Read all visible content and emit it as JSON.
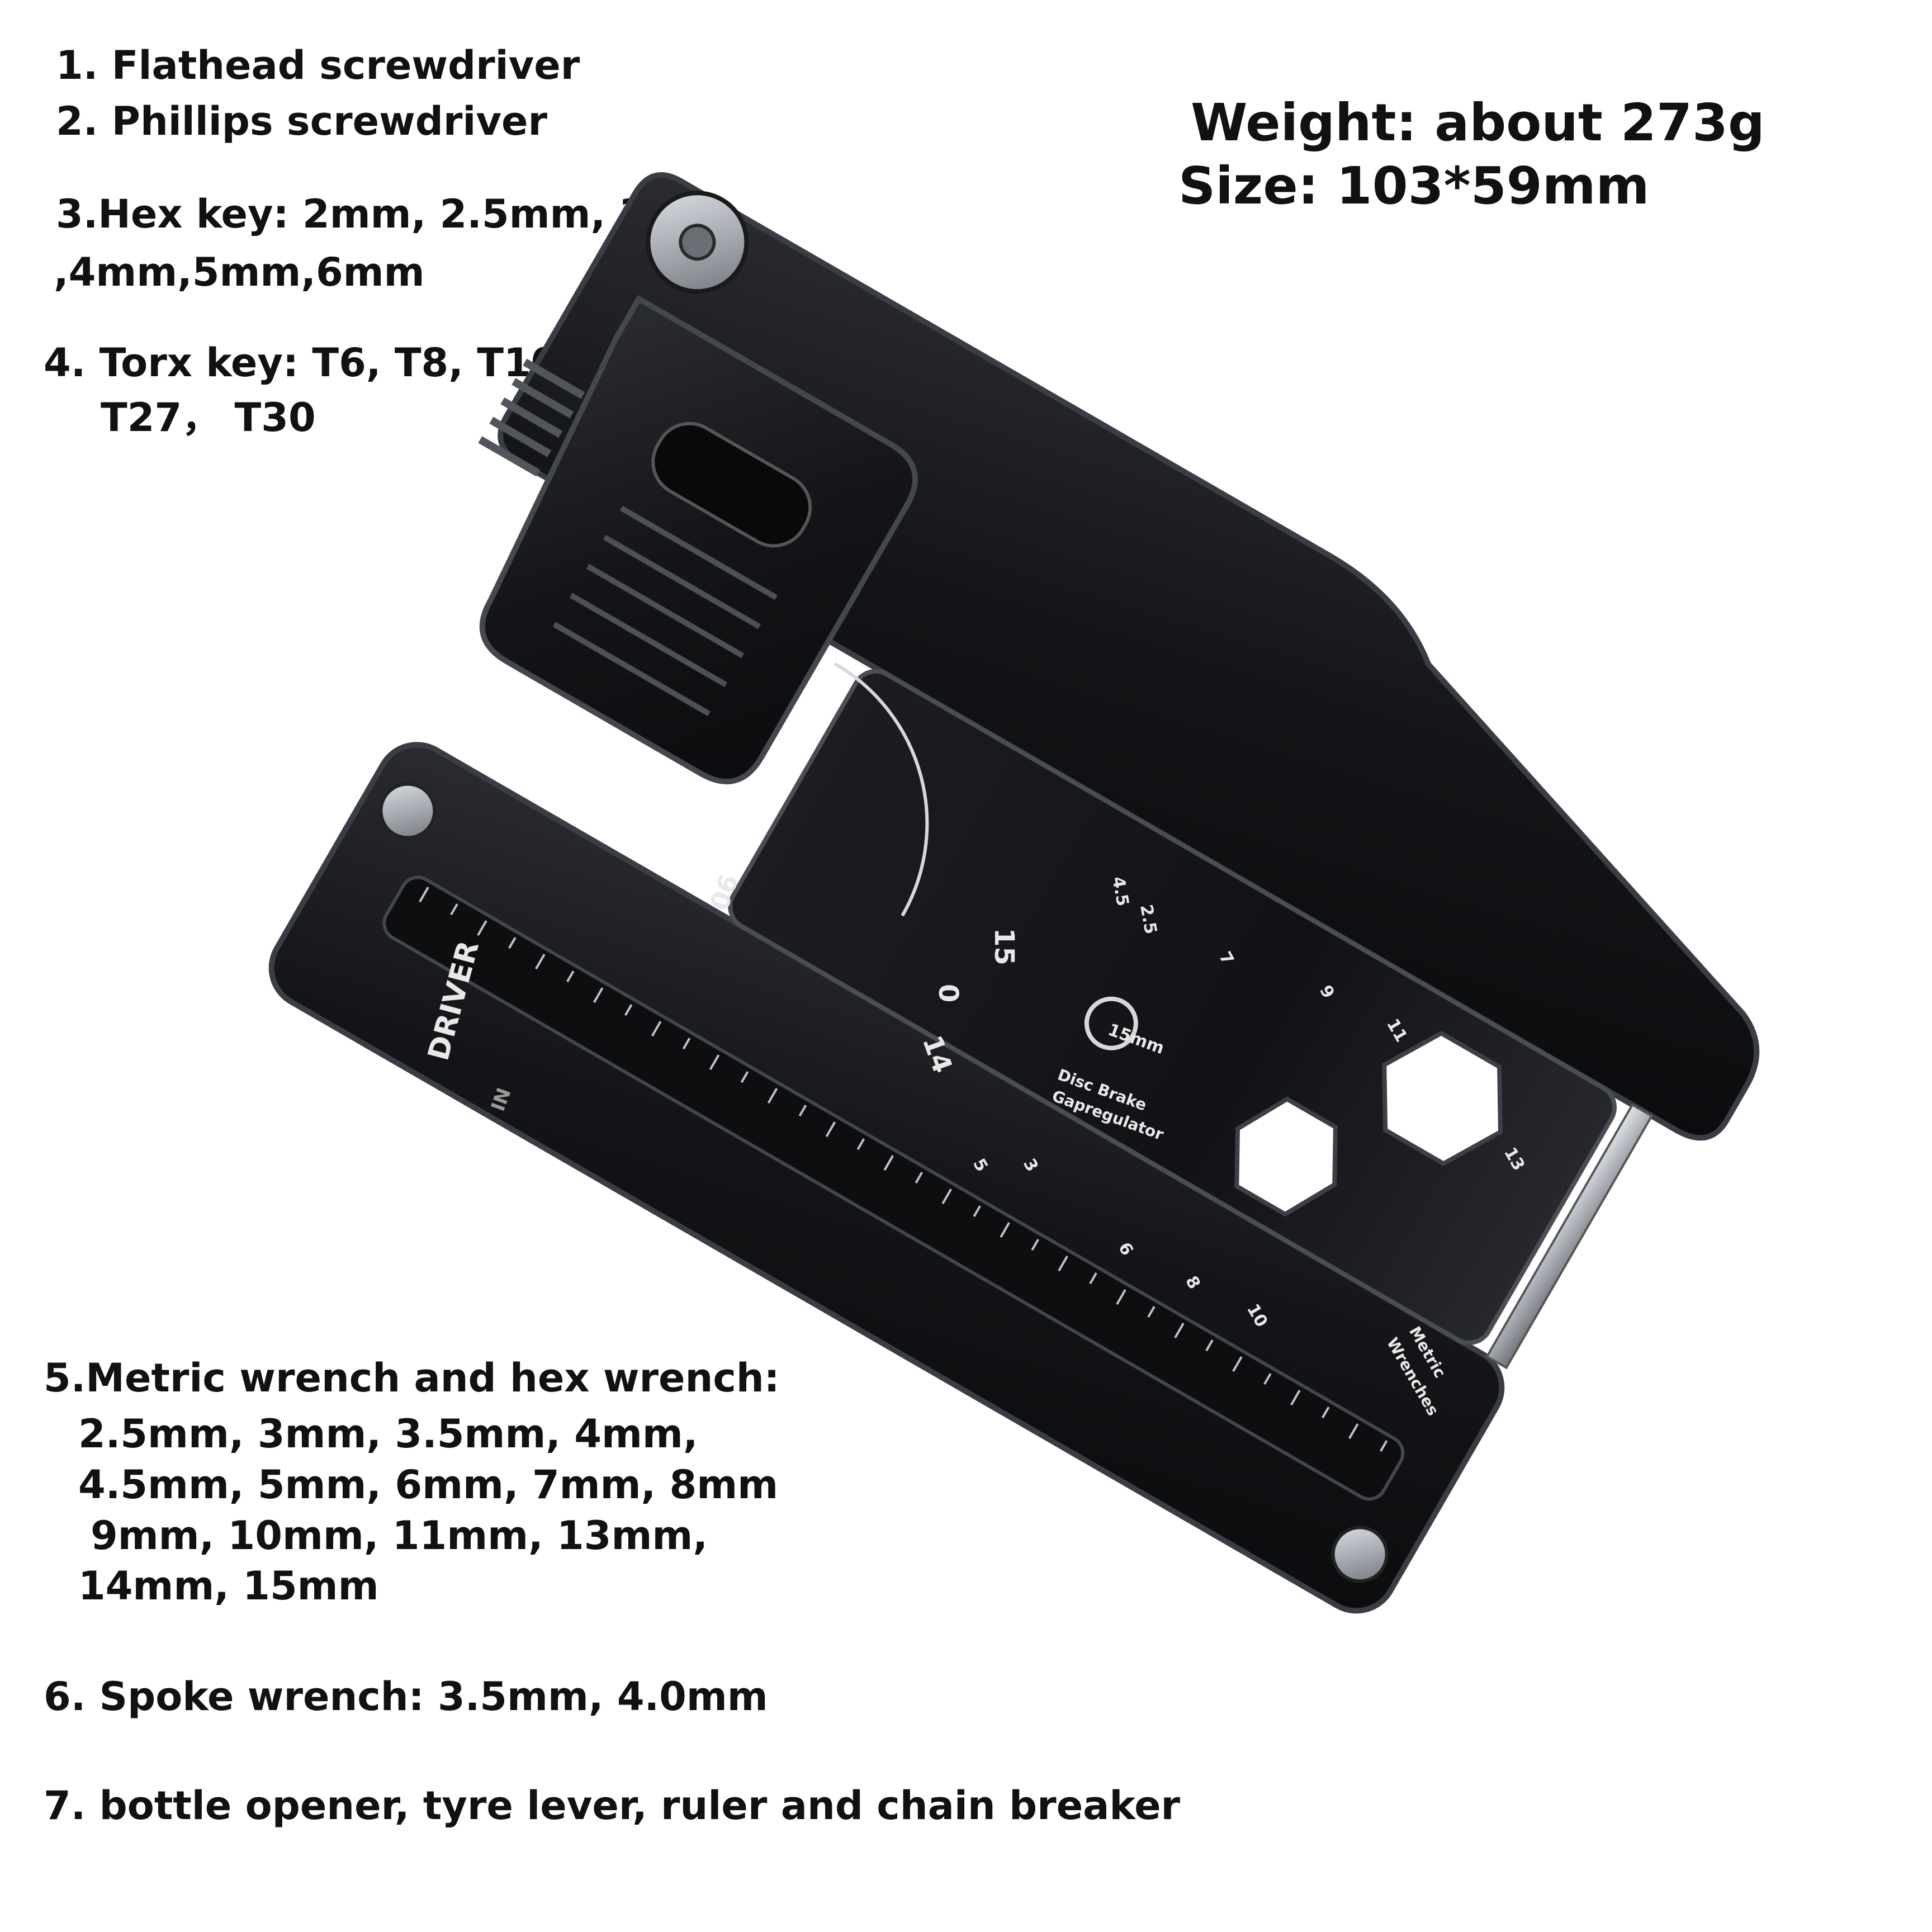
{
  "specs": {
    "item1": "1. Flathead screwdriver",
    "item2": "2. Phillips  screwdriver",
    "item3": {
      "line1": "3.Hex key: 2mm, 2.5mm, 3mm",
      "line2": ",4mm,5mm,6mm"
    },
    "item4": {
      "line1": "4. Torx key: T6, T8, T10, T16",
      "line2": "T27， T30"
    },
    "item5": {
      "line1": "5.Metric wrench and hex wrench:",
      "line2": "2.5mm, 3mm, 3.5mm, 4mm,",
      "line3": "4.5mm, 5mm, 6mm, 7mm, 8mm",
      "line4": "9mm, 10mm, 11mm, 13mm,",
      "line5": "14mm, 15mm"
    },
    "item6": "6. Spoke  wrench: 3.5mm, 4.0mm",
    "item7": "7. bottle  opener, tyre lever, ruler and chain breaker"
  },
  "summary": {
    "weight": "Weight:  about 273g",
    "size": "Size: 103*59mm"
  },
  "tool_markings": {
    "driver": "DRIVER",
    "in": "IN",
    "angle_90": "90",
    "mark_15": "15",
    "mark_0": "0",
    "mark_14": "14",
    "mark_4_5": "4.5",
    "mark_2_5": "2.5",
    "mark_7": "7",
    "mark_9": "9",
    "mark_11": "11",
    "mark_13": "13",
    "mark_15mm": "15mm",
    "disc_brake_1": "Disc Brake",
    "disc_brake_2": "Gapregulator",
    "mark_5": "5",
    "mark_3": "3",
    "mark_6": "6",
    "mark_8": "8",
    "mark_10": "10",
    "metric_1": "Metric",
    "metric_2": "Wrenches"
  },
  "colors": {
    "tool_body": "#121316",
    "tool_edge": "#3a3d44",
    "tool_highlight": "#5a5e66",
    "steel": "#b9bcc2",
    "marking": "#e8e8e8",
    "text": "#111111",
    "background": "#ffffff"
  }
}
